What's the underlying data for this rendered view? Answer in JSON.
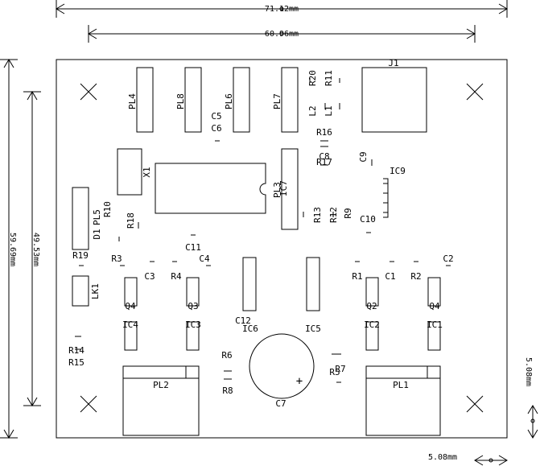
{
  "dimensions": {
    "top_outer": "71.12mm",
    "top_inner": "60.96mm",
    "left_outer": "59.69mm",
    "left_inner": "49.53mm",
    "right": "5.08mm",
    "bottom": "5.08mm"
  },
  "labels": {
    "pl4": "PL4",
    "pl8": "PL8",
    "pl6": "PL6",
    "pl7": "PL7",
    "pl3": "PL3",
    "pl5": "PL5",
    "pl1": "PL1",
    "pl2": "PL2",
    "r20": "R20",
    "r11": "R11",
    "l2": "L2",
    "l1": "L1",
    "j1": "J1",
    "c5": "C5",
    "c6": "C6",
    "r16": "R16",
    "c8": "C8",
    "r17": "R17",
    "c9": "C9",
    "ic9": "IC9",
    "x1": "X1",
    "ic7": "IC7",
    "d1": "D1",
    "r10": "R10",
    "r18": "R18",
    "r13": "R13",
    "r12": "R12",
    "r9": "R9",
    "c10": "C10",
    "c11": "C11",
    "r19": "R19",
    "r3": "R3",
    "c4": "C4",
    "c3": "C3",
    "r4": "R4",
    "r1": "R1",
    "c1": "C1",
    "r2": "R2",
    "c2": "C2",
    "lk1": "LK1",
    "q4a": "Q4",
    "q3": "Q3",
    "q2": "Q2",
    "q4b": "Q4",
    "c12": "C12",
    "ic6": "IC6",
    "ic5": "IC5",
    "ic4": "IC4",
    "ic3": "IC3",
    "ic2": "IC2",
    "ic1": "IC1",
    "r14": "R14",
    "r15": "R15",
    "r6": "R6",
    "r8": "R8",
    "r5": "R5",
    "r7": "R7",
    "c7": "C7",
    "plus": "+"
  }
}
